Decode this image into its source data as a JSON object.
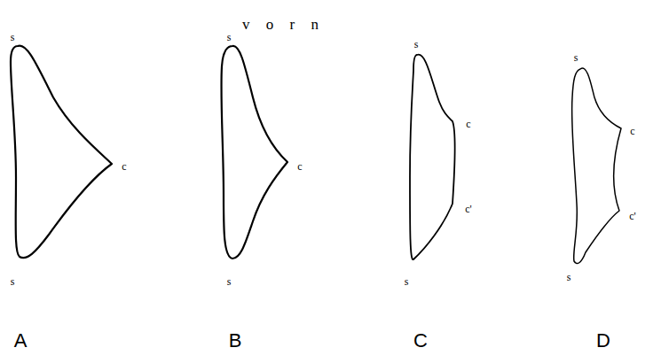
{
  "diagram": {
    "labels": [
      "v o r n",
      "s",
      "c",
      "s",
      "s",
      "c",
      "s",
      "s",
      "c",
      "c'",
      "s",
      "s",
      "c",
      "c'",
      "s",
      "A",
      "B",
      "C",
      "D"
    ]
  }
}
